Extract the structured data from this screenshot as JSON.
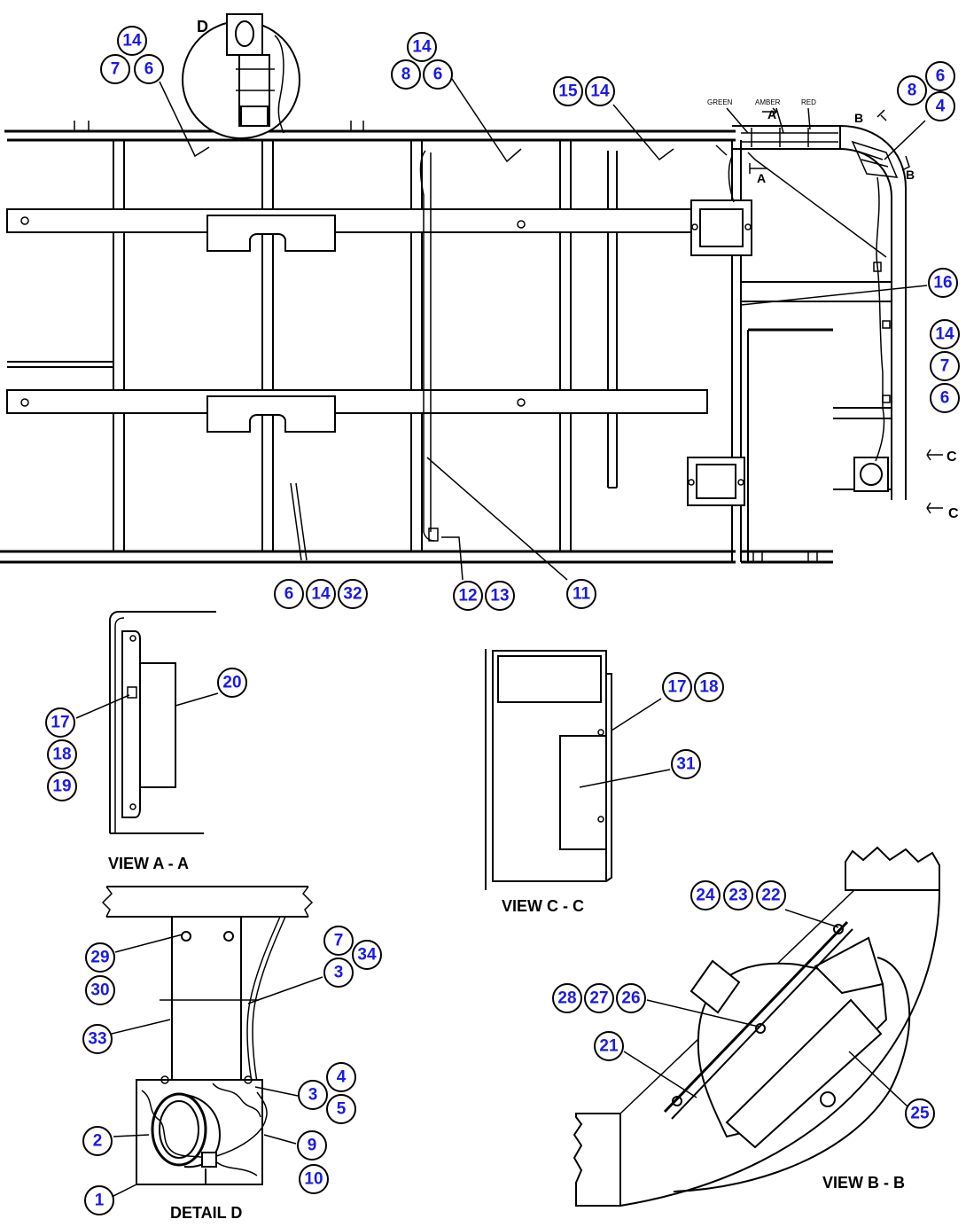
{
  "colors": {
    "callout_text": "#1a1ae6",
    "line": "#000000",
    "background": "#ffffff"
  },
  "labels": {
    "detail_d_letter": "D",
    "view_a": "VIEW A - A",
    "view_c": "VIEW C - C",
    "view_b": "VIEW B - B",
    "detail_d": "DETAIL D",
    "section_a": "A",
    "section_b1": "B",
    "section_b2": "B",
    "section_c1": "C",
    "section_c2": "C",
    "wire_green": "GREEN",
    "wire_amber": "AMBER",
    "wire_red": "RED"
  },
  "callouts": [
    "14",
    "7",
    "6",
    "14",
    "8",
    "6",
    "15",
    "14",
    "6",
    "8",
    "4",
    "16",
    "14",
    "7",
    "6",
    "6",
    "14",
    "32",
    "12",
    "13",
    "11",
    "20",
    "17",
    "18",
    "19",
    "17",
    "18",
    "31",
    "24",
    "23",
    "22",
    "29",
    "30",
    "7",
    "34",
    "3",
    "33",
    "28",
    "27",
    "26",
    "21",
    "3",
    "4",
    "5",
    "2",
    "9",
    "10",
    "1",
    "25"
  ]
}
